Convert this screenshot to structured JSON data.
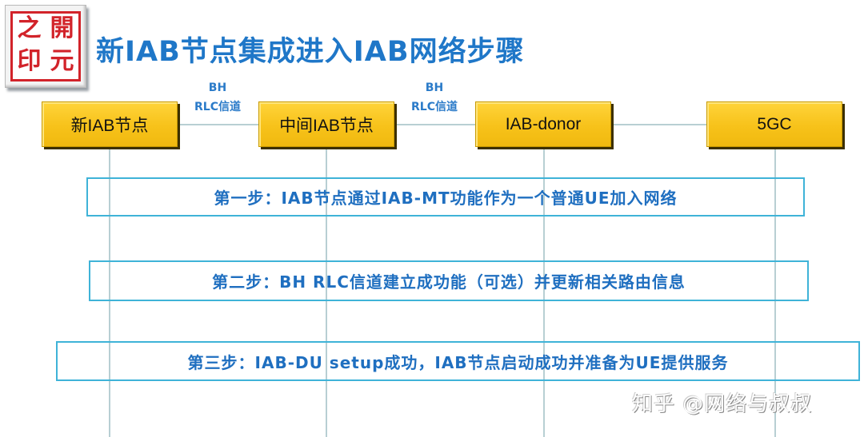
{
  "logo": {
    "chars": [
      "之",
      "開",
      "印",
      "元"
    ],
    "color": "#d2232a"
  },
  "title": "新IAB节点集成进入IAB网络步骤",
  "nodes": [
    {
      "label": "新IAB节点"
    },
    {
      "label": "中间IAB节点"
    },
    {
      "label": "IAB-donor"
    },
    {
      "label": "5GC"
    }
  ],
  "links": [
    {
      "line1": "BH",
      "line2": "RLC信道"
    },
    {
      "line1": "BH",
      "line2": "RLC信道"
    }
  ],
  "steps": [
    {
      "label": "第一步：IAB节点通过IAB-MT功能作为一个普通UE加入网络"
    },
    {
      "label": "第二步：BH RLC信道建立成功能（可选）并更新相关路由信息"
    },
    {
      "label": "第三步：IAB-DU setup成功，IAB节点启动成功并准备为UE提供服务"
    }
  ],
  "watermark": "知乎 @网络与叔叔",
  "colors": {
    "title": "#1f77c8",
    "node_fill": "#f7c21a",
    "step_border": "#3fb3d8",
    "step_text": "#1f6fc0",
    "lines": "#b8cfd3"
  }
}
